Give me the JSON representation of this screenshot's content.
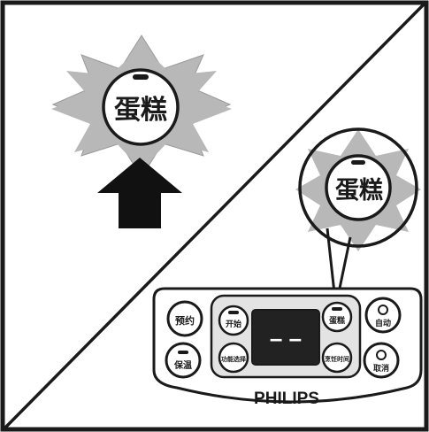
{
  "callout_top": {
    "button_label": "蛋糕"
  },
  "callout_bottom": {
    "button_label": "蛋糕"
  },
  "panel": {
    "brand": "PHILIPS",
    "display_text": "– –",
    "buttons": {
      "left_top": "预约",
      "left_bottom": "保温",
      "inner_left_top": "开始",
      "inner_left_bottom": "功能选择",
      "inner_right_top": "蛋糕",
      "inner_right_bottom": "烹饪时间",
      "right_top": "自动",
      "right_bottom": "取消"
    }
  },
  "colors": {
    "burst": "#b8b8b8",
    "outline": "#1a1a1a",
    "panel_fill": "#f2f2f2",
    "display_fill": "#222222"
  }
}
